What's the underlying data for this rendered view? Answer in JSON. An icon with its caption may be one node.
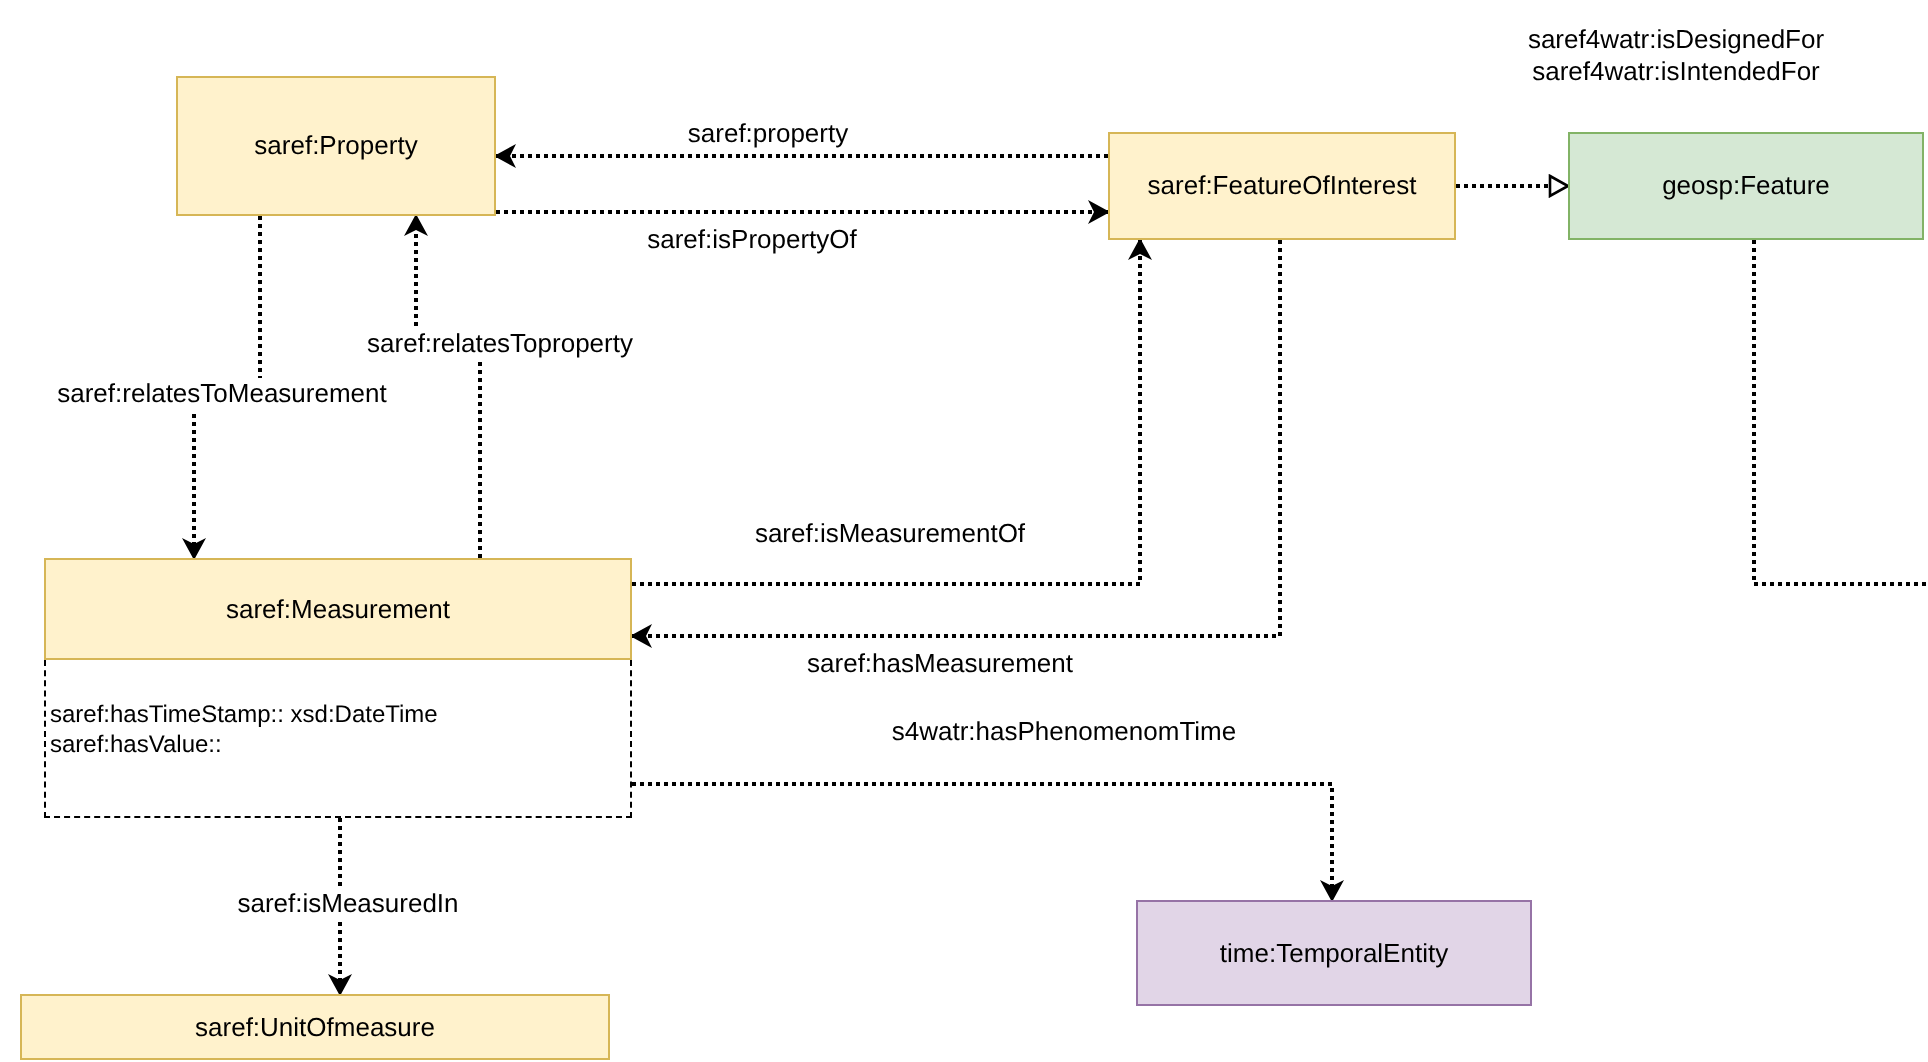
{
  "diagram": {
    "nodes": [
      {
        "text": [
          "saref:Property"
        ]
      },
      {
        "text": [
          "saref:FeatureOfInterest"
        ]
      },
      {
        "text": [
          "geosp:Feature"
        ]
      },
      {
        "text": [
          "saref:Measurement",
          "saref:hasTimeStamp:: xsd:DateTime",
          "saref:hasValue::"
        ]
      },
      {
        "text": [
          "time:TemporalEntity"
        ]
      },
      {
        "text": [
          "saref:UnitOfmeasure"
        ]
      }
    ],
    "edges": [
      {
        "from": 1,
        "to": 0,
        "arrow": "to",
        "label": "saref:property"
      },
      {
        "from": 0,
        "to": 1,
        "arrow": "to",
        "label": "saref:isPropertyOf"
      },
      {
        "from": 1,
        "to": 2,
        "arrow": "to",
        "label": "saref4watr:isDesignedFor saref4watr:isIntendedFor"
      },
      {
        "from": 0,
        "to": 3,
        "arrow": "to",
        "label": "saref:relatesToMeasurement"
      },
      {
        "from": 3,
        "to": 0,
        "arrow": "to",
        "label": "saref:relatesToproperty"
      },
      {
        "from": 3,
        "to": 1,
        "arrow": "to",
        "label": "saref:isMeasurementOf"
      },
      {
        "from": 1,
        "to": 3,
        "arrow": "to",
        "label": "saref:hasMeasurement"
      },
      {
        "from": 3,
        "to": 5,
        "arrow": "to",
        "label": "saref:isMeasuredIn"
      },
      {
        "from": 3,
        "to": 4,
        "arrow": "to",
        "label": "s4watr:hasPhenomenomTime"
      },
      {
        "from": 2,
        "to": null,
        "arrow": "none"
      }
    ]
  }
}
